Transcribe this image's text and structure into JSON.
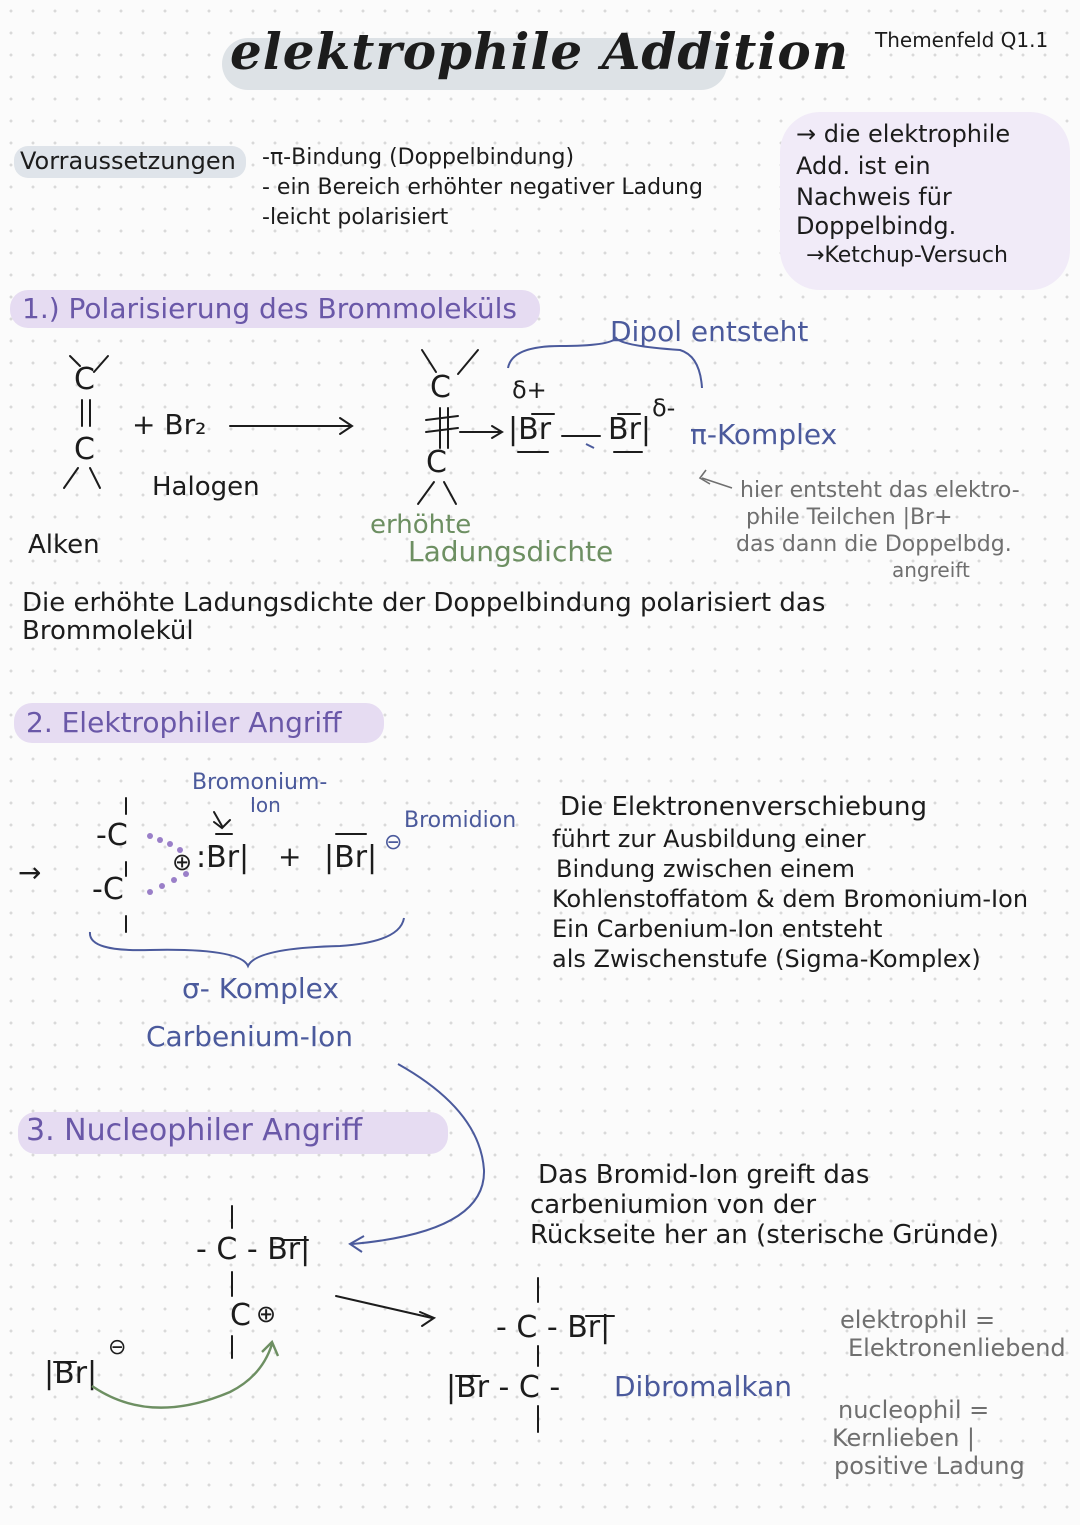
{
  "header": {
    "title": "elektrophile Addition",
    "topic": "Themenfeld Q1.1"
  },
  "prerequisites": {
    "label": "Vorraussetzungen",
    "items": [
      "-π-Bindung (Doppelbindung)",
      "- ein Bereich erhöhter negativer Ladung",
      "-leicht polarisiert"
    ]
  },
  "note_box": {
    "lines": [
      "→ die elektrophile",
      "Add. ist ein",
      "Nachweis für",
      "Doppelbindg.",
      "→Ketchup-Versuch"
    ]
  },
  "step1": {
    "heading": "1.) Polarisierung des Brommoleküls",
    "dipole": "Dipol entsteht",
    "plus_br2": "+ Br₂",
    "halogen": "Halogen",
    "alken": "Alken",
    "delta_plus": "δ+",
    "delta_minus": "δ-",
    "br_left": "|Br",
    "br_right": "Br|",
    "pi_complex": "π-Komplex",
    "increased_density": [
      "erhöhte",
      "Ladungsdichte"
    ],
    "note": [
      "hier entsteht das elektro-",
      "phile Teilchen |Br+",
      "das dann die Doppelbdg.",
      "angreift"
    ],
    "summary": [
      "Die erhöhte Ladungsdichte der Doppelbindung polarisiert das",
      "Brommolekül"
    ]
  },
  "step2": {
    "heading": "2. Elektrophiler Angriff",
    "bromonium": [
      "Bromonium-",
      "Ion"
    ],
    "bromidion": "Bromidion",
    "br_bridge": ":Br|",
    "plus": "+",
    "br_ion": "|Br|",
    "sigma_complex": "σ- Komplex",
    "carbenium": "Carbenium-Ion",
    "explanation": [
      "Die Elektronenverschiebung",
      "führt zur Ausbildung einer",
      "Bindung zwischen einem",
      "Kohlenstoffatom & dem Bromonium-Ion",
      "Ein Carbenium-Ion entsteht",
      "als Zwischenstufe (Sigma-Komplex)"
    ]
  },
  "step3": {
    "heading": "3. Nucleophiler Angriff",
    "explanation": [
      "Das Bromid-Ion greift das",
      "carbeniumion von der",
      "Rückseite her an (sterische Gründe)"
    ],
    "br_top": "- C - Br|",
    "br_ion": "|Br|",
    "product_top": "- C - Br|",
    "product_bottom": "|Br - C -",
    "product_name": "Dibromalkan",
    "definitions": [
      "elektrophil =",
      "Elektronenliebend",
      "nucleophil =",
      "Kernlieben |",
      "positive Ladung"
    ]
  },
  "colors": {
    "purple_highlight": "#e6dcf2",
    "blue_text": "#4b5a9c",
    "green_text": "#6d8f62",
    "purple_text": "#6a58a8"
  }
}
